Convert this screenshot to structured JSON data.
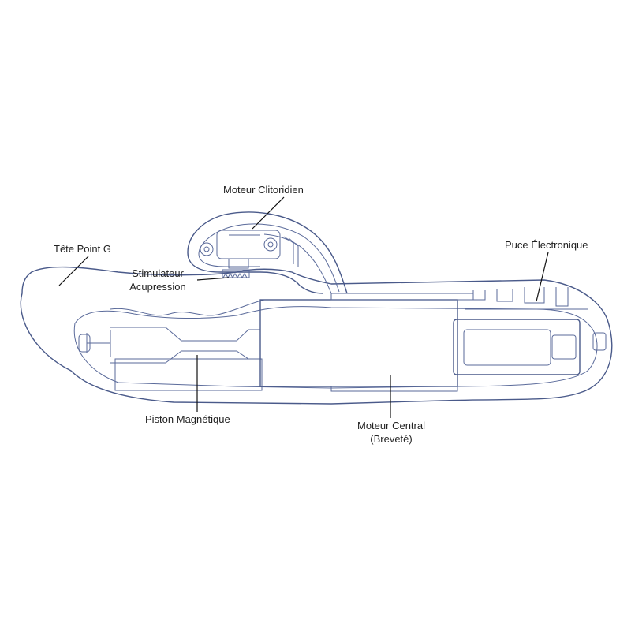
{
  "labels": {
    "clit_motor": "Moteur Clitoridien",
    "g_head": "Tête Point G",
    "acupressure_line1": "Stimulateur",
    "acupressure_line2": "Acupression",
    "chip": "Puce Électronique",
    "piston": "Piston Magnétique",
    "central_motor_line1": "Moteur Central",
    "central_motor_line2": "(Breveté)"
  },
  "colors": {
    "outline": "#4a5a8a",
    "leader": "#111111",
    "text": "#222222"
  }
}
